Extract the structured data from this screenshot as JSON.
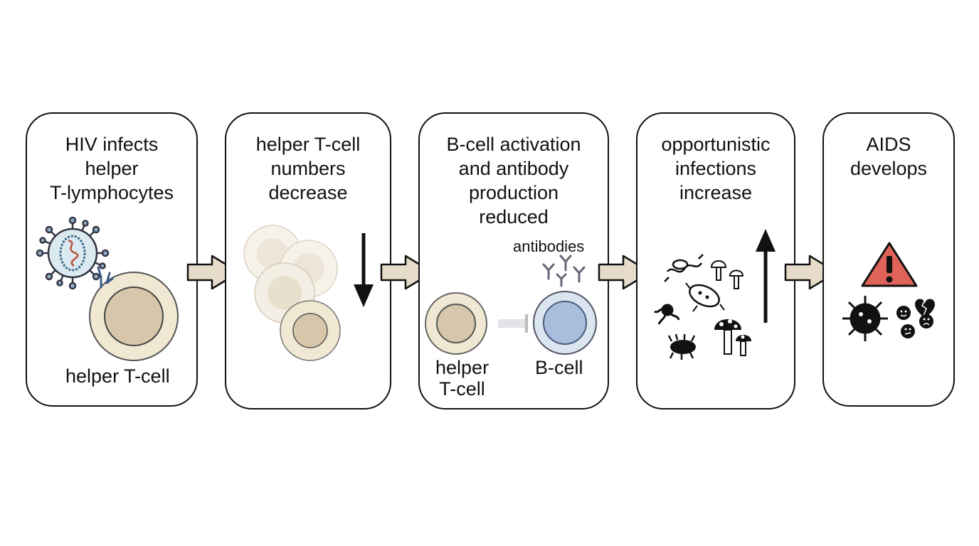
{
  "steps": [
    {
      "title": "HIV infects\nhelper\nT-lymphocytes",
      "label": "helper T-cell"
    },
    {
      "title": "helper T-cell\nnumbers\ndecrease"
    },
    {
      "title": "B-cell activation\nand antibody\nproduction\nreduced",
      "antibodies_label": "antibodies",
      "left_label": "helper\nT-cell",
      "right_label": "B-cell"
    },
    {
      "title": "opportunistic\ninfections\nincrease"
    },
    {
      "title": "AIDS\ndevelops"
    }
  ],
  "icons": [
    "hiv-virus-icon",
    "receptor-icon",
    "down-arrow-icon",
    "antibody-icon",
    "inhibition-icon",
    "pathogen-icon",
    "fungus-icon",
    "up-arrow-icon",
    "warning-icon",
    "virus-icon",
    "face-icon",
    "broken-heart-icon"
  ],
  "colors": {
    "arrow_fill": "#e6dcc9",
    "tcell_fill": "#f0e8d2",
    "tcell_nucleus": "#d7c6aa",
    "bcell_fill": "#dbe5f0",
    "bcell_nucleus": "#a9bedd",
    "warning": "#e0635a",
    "virus_body": "#c9dde6"
  }
}
